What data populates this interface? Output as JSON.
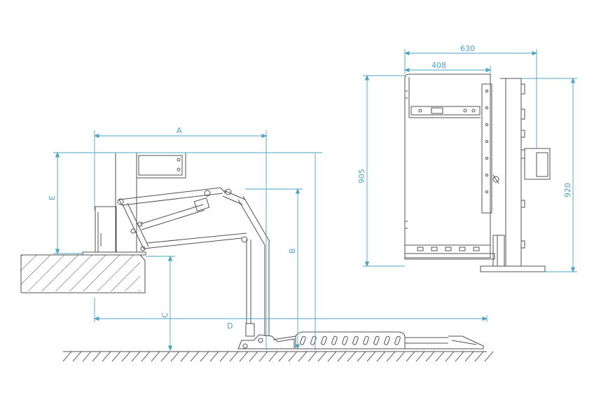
{
  "colors": {
    "dimension": "#4fa3c7",
    "outline": "#505050",
    "hatch": "#606060",
    "background": "#ffffff"
  },
  "side_view": {
    "labels": {
      "A": "A",
      "B": "B",
      "C": "C",
      "D": "D",
      "E": "E"
    }
  },
  "front_view": {
    "dims": {
      "overall_width": "630",
      "inner_width": "408",
      "height_frame": "905",
      "height_total": "920"
    }
  }
}
